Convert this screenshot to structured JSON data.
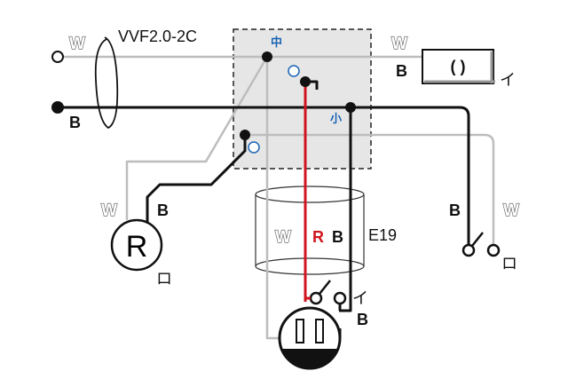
{
  "cable_label": "VVF2.0-2C",
  "box": {
    "neutral_terminal": "中",
    "small_terminal": "小"
  },
  "wire_labels": {
    "W": "W",
    "B": "B",
    "R": "R"
  },
  "socket_label": "E19",
  "equipment_letters": {
    "i": "イ",
    "ro": "ロ"
  },
  "lamp": {
    "r_symbol": "R",
    "ceiling_symbol": "( )"
  },
  "colors": {
    "white_wire": "#bdbdbd",
    "black_wire": "#111111",
    "red_wire": "#d0141e",
    "box_fill": "#e6e6e6",
    "terminal_blue": "#1a64b4"
  }
}
